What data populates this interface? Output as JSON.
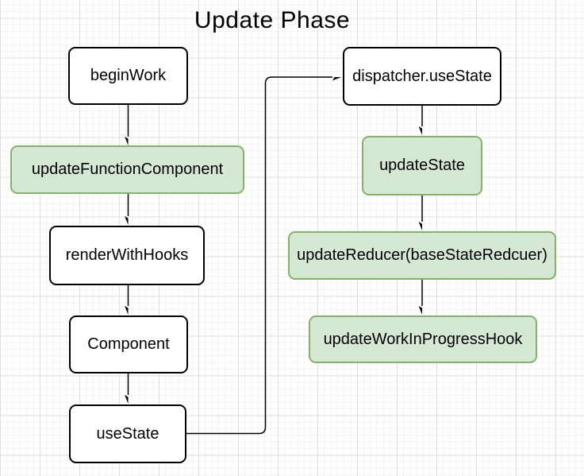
{
  "title": "Update Phase",
  "nodes": [
    {
      "id": "beginWork",
      "label": "beginWork",
      "variant": "white"
    },
    {
      "id": "updateFunctionComponent",
      "label": "updateFunctionComponent",
      "variant": "green"
    },
    {
      "id": "renderWithHooks",
      "label": "renderWithHooks",
      "variant": "white"
    },
    {
      "id": "Component",
      "label": "Component",
      "variant": "white"
    },
    {
      "id": "useState",
      "label": "useState",
      "variant": "white"
    },
    {
      "id": "dispatcher.useState",
      "label": "dispatcher.useState",
      "variant": "white"
    },
    {
      "id": "updateState",
      "label": "updateState",
      "variant": "green"
    },
    {
      "id": "updateReducer",
      "label": "updateReducer(baseStateRedcuer)",
      "variant": "green"
    },
    {
      "id": "updateWorkInProgressHook",
      "label": "updateWorkInProgressHook",
      "variant": "green"
    }
  ],
  "edges": [
    {
      "from": "beginWork",
      "to": "updateFunctionComponent"
    },
    {
      "from": "updateFunctionComponent",
      "to": "renderWithHooks"
    },
    {
      "from": "renderWithHooks",
      "to": "Component"
    },
    {
      "from": "Component",
      "to": "useState"
    },
    {
      "from": "useState",
      "to": "dispatcher.useState"
    },
    {
      "from": "dispatcher.useState",
      "to": "updateState"
    },
    {
      "from": "updateState",
      "to": "updateReducer"
    },
    {
      "from": "updateReducer",
      "to": "updateWorkInProgressHook"
    }
  ],
  "colors": {
    "green_fill": "#d5e8d4",
    "green_stroke": "#82b366",
    "white_fill": "#ffffff",
    "node_stroke": "#000000",
    "edge_stroke": "#000000",
    "text": "#000000",
    "grid_major": "#e0e0e0",
    "grid_minor": "#f3f3f3"
  }
}
